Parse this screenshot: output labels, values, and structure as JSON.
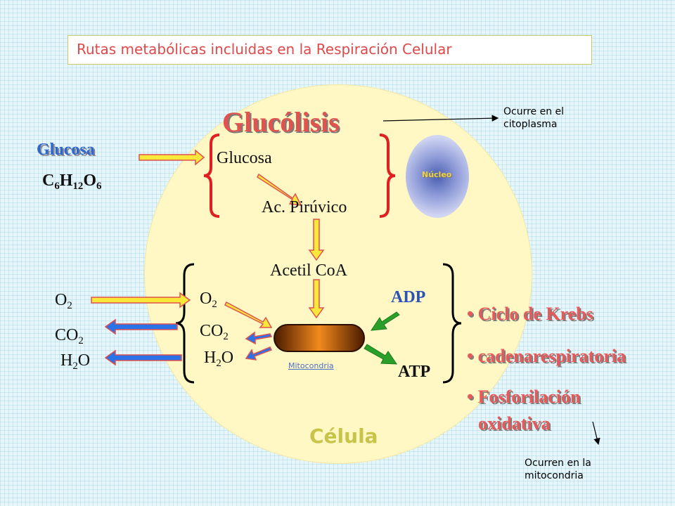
{
  "title": "Rutas metabólicas incluidas en la Respiración Celular",
  "notes": {
    "glycolysis_location": "Ocurre en el citoplasma",
    "mitochondria_location": "Ocurren en la mitocondria"
  },
  "glycolysis": {
    "heading": "Glucólisis",
    "input_name": "Glucosa",
    "input_formula": {
      "c": "C",
      "c_n": "6",
      "h": "H",
      "h_n": "12",
      "o": "O",
      "o_n": "6"
    },
    "step1": "Glucosa",
    "step2": "Ac. Pirúvico"
  },
  "nucleus_label": "Núcleo",
  "acetyl": "Acetil CoA",
  "left_molecules": {
    "o2": {
      "base": "O",
      "sub": "2"
    },
    "co2": {
      "base": "CO",
      "sub": "2"
    },
    "h2o": {
      "pre": "H",
      "sub": "2",
      "post": "O"
    }
  },
  "inner_molecules": {
    "o2": {
      "base": "O",
      "sub": "2"
    },
    "co2": {
      "base": "CO",
      "sub": "2"
    },
    "h2o": {
      "pre": "H",
      "sub": "2",
      "post": "O"
    }
  },
  "energy": {
    "adp": "ADP",
    "atp": "ATP"
  },
  "mitochondria_label": "Mitocondria",
  "cell_label": "Célula",
  "pathways": [
    "Ciclo de Krebs",
    "cadenarespiratoria",
    "Fosforilación",
    "oxidativa"
  ],
  "colors": {
    "title_text": "#e0484a",
    "cell_fill": "#fff7c4",
    "arrow_yellow": "#f7e83a",
    "arrow_blue": "#2a72e8",
    "arrow_green": "#2aa02a",
    "brace_red": "#e02020"
  }
}
